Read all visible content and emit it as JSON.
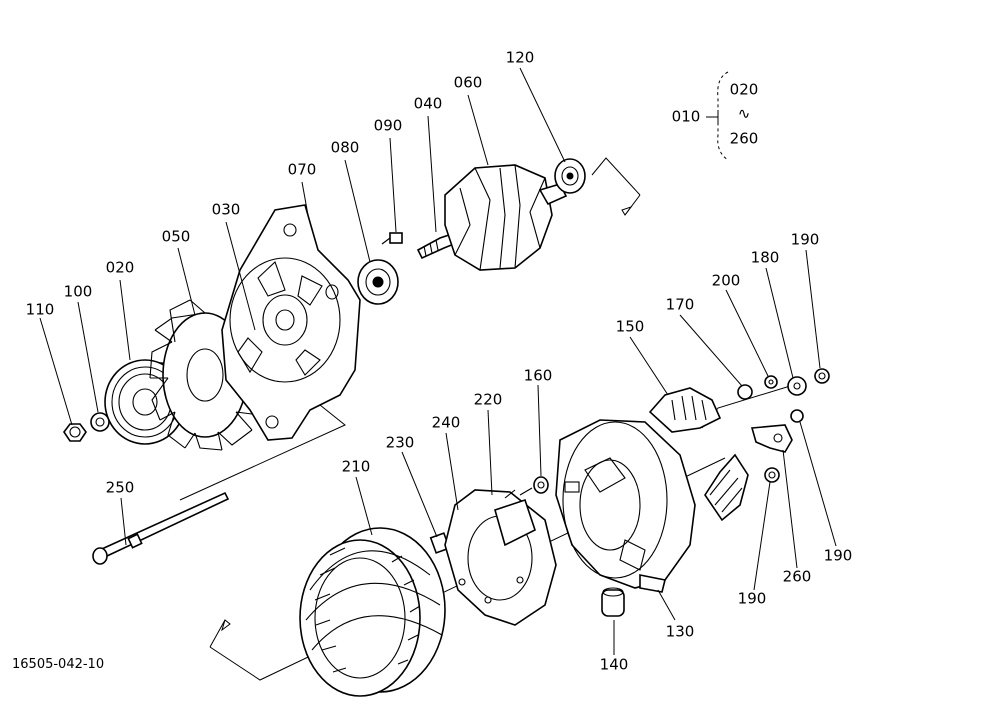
{
  "figure_code": "16505-042-10",
  "assembly": {
    "label": "010",
    "range_start": "020",
    "range_sep": "∿",
    "range_end": "260"
  },
  "callouts": [
    {
      "id": "c110",
      "text": "110"
    },
    {
      "id": "c100",
      "text": "100"
    },
    {
      "id": "c020",
      "text": "020"
    },
    {
      "id": "c050",
      "text": "050"
    },
    {
      "id": "c030",
      "text": "030"
    },
    {
      "id": "c070",
      "text": "070"
    },
    {
      "id": "c080",
      "text": "080"
    },
    {
      "id": "c090",
      "text": "090"
    },
    {
      "id": "c040",
      "text": "040"
    },
    {
      "id": "c060",
      "text": "060"
    },
    {
      "id": "c120",
      "text": "120"
    },
    {
      "id": "c150",
      "text": "150"
    },
    {
      "id": "c170",
      "text": "170"
    },
    {
      "id": "c200",
      "text": "200"
    },
    {
      "id": "c180",
      "text": "180"
    },
    {
      "id": "c190a",
      "text": "190"
    },
    {
      "id": "c160",
      "text": "160"
    },
    {
      "id": "c220",
      "text": "220"
    },
    {
      "id": "c240",
      "text": "240"
    },
    {
      "id": "c230",
      "text": "230"
    },
    {
      "id": "c210",
      "text": "210"
    },
    {
      "id": "c250",
      "text": "250"
    },
    {
      "id": "c130",
      "text": "130"
    },
    {
      "id": "c140",
      "text": "140"
    },
    {
      "id": "c190b",
      "text": "190"
    },
    {
      "id": "c260",
      "text": "260"
    },
    {
      "id": "c190c",
      "text": "190"
    }
  ]
}
